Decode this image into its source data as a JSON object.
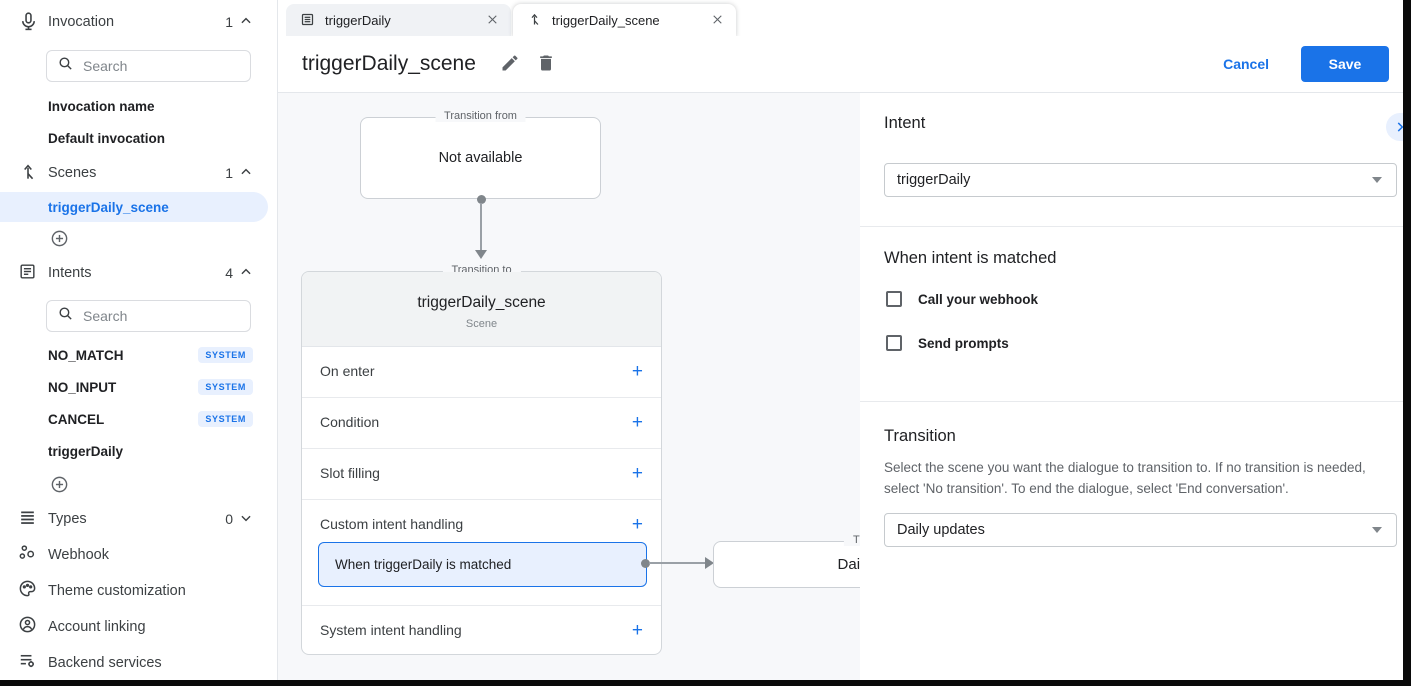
{
  "ui": {
    "plus": "+"
  },
  "colors": {
    "accent": "#1a73e8",
    "accent_bg": "#e8f0fe",
    "text": "#202124",
    "secondary": "#5f6368",
    "border": "#dadce0",
    "canvas_bg": "#f7f8fa"
  },
  "sidebar": {
    "invocation": {
      "label": "Invocation",
      "count": "1",
      "search_placeholder": "Search",
      "items": [
        {
          "label": "Invocation name"
        },
        {
          "label": "Default invocation"
        }
      ]
    },
    "scenes": {
      "label": "Scenes",
      "count": "1",
      "items": [
        {
          "label": "triggerDaily_scene",
          "selected": true
        }
      ]
    },
    "intents": {
      "label": "Intents",
      "count": "4",
      "search_placeholder": "Search",
      "items": [
        {
          "label": "NO_MATCH",
          "badge": "SYSTEM"
        },
        {
          "label": "NO_INPUT",
          "badge": "SYSTEM"
        },
        {
          "label": "CANCEL",
          "badge": "SYSTEM"
        },
        {
          "label": "triggerDaily",
          "badge": ""
        }
      ]
    },
    "types": {
      "label": "Types",
      "count": "0"
    },
    "links": [
      {
        "label": "Webhook"
      },
      {
        "label": "Theme customization"
      },
      {
        "label": "Account linking"
      },
      {
        "label": "Backend services"
      }
    ]
  },
  "tabs": [
    {
      "label": "triggerDaily",
      "icon": "intent-icon",
      "active": false
    },
    {
      "label": "triggerDaily_scene",
      "icon": "scene-icon",
      "active": true
    }
  ],
  "header": {
    "title": "triggerDaily_scene",
    "cancel": "Cancel",
    "save": "Save"
  },
  "canvas": {
    "transition_from": {
      "legend": "Transition from",
      "text": "Not available"
    },
    "scene_card": {
      "legend": "Transition to",
      "title": "triggerDaily_scene",
      "subtitle": "Scene",
      "rows": [
        "On enter",
        "Condition",
        "Slot filling",
        "Custom intent handling",
        "System intent handling"
      ],
      "custom_handler": "When triggerDaily is matched"
    },
    "target_card": {
      "legend": "Transition to",
      "title": "Daily updates"
    }
  },
  "panel": {
    "intent_section": {
      "heading": "Intent",
      "value": "triggerDaily"
    },
    "matched_section": {
      "heading": "When intent is matched",
      "checkboxes": [
        {
          "label": "Call your webhook",
          "checked": false
        },
        {
          "label": "Send prompts",
          "checked": false
        }
      ]
    },
    "transition_section": {
      "heading": "Transition",
      "description": "Select the scene you want the dialogue to transition to. If no transition is needed, select 'No transition'. To end the dialogue, select 'End conversation'.",
      "value": "Daily updates"
    }
  }
}
